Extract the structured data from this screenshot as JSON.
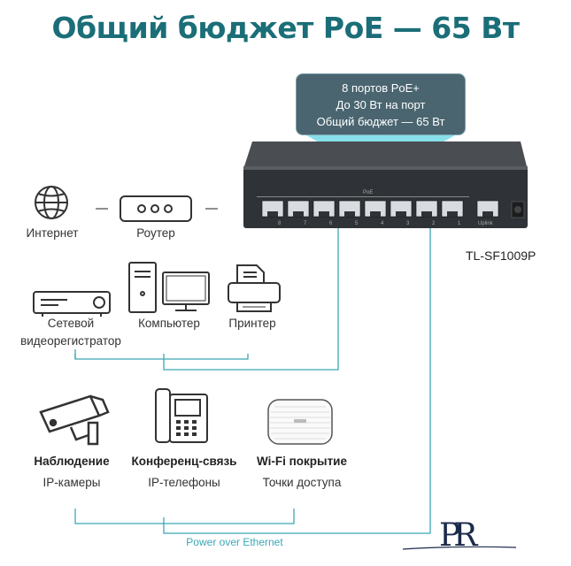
{
  "title": "Общий бюджет PoE — 65 Вт",
  "callout": {
    "line1": "8 портов PoE+",
    "line2": "До 30 Вт на порт",
    "line3": "Общий бюджет — 65 Вт"
  },
  "switch": {
    "model": "TL-SF1009P",
    "poe_label": "PoE",
    "uplink_label": "Uplink",
    "port_numbers": [
      "8",
      "7",
      "6",
      "5",
      "4",
      "3",
      "2",
      "1"
    ]
  },
  "devices": {
    "internet": "Интернет",
    "router": "Роутер",
    "nvr_line1": "Сетевой",
    "nvr_line2": "видеорегистратор",
    "computer": "Компьютер",
    "printer": "Принтер",
    "surveillance_title": "Наблюдение",
    "surveillance_sub": "IP-камеры",
    "conference_title": "Конференц-связь",
    "conference_sub": "IP-телефоны",
    "wifi_title": "Wi-Fi покрытие",
    "wifi_sub": "Точки доступа"
  },
  "poe_caption": "Power over Ethernet",
  "watermark": "PR",
  "colors": {
    "title": "#1b6e78",
    "connector": "#3ba7b4",
    "callout_bg": "#4a6570",
    "icon": "#333333"
  }
}
